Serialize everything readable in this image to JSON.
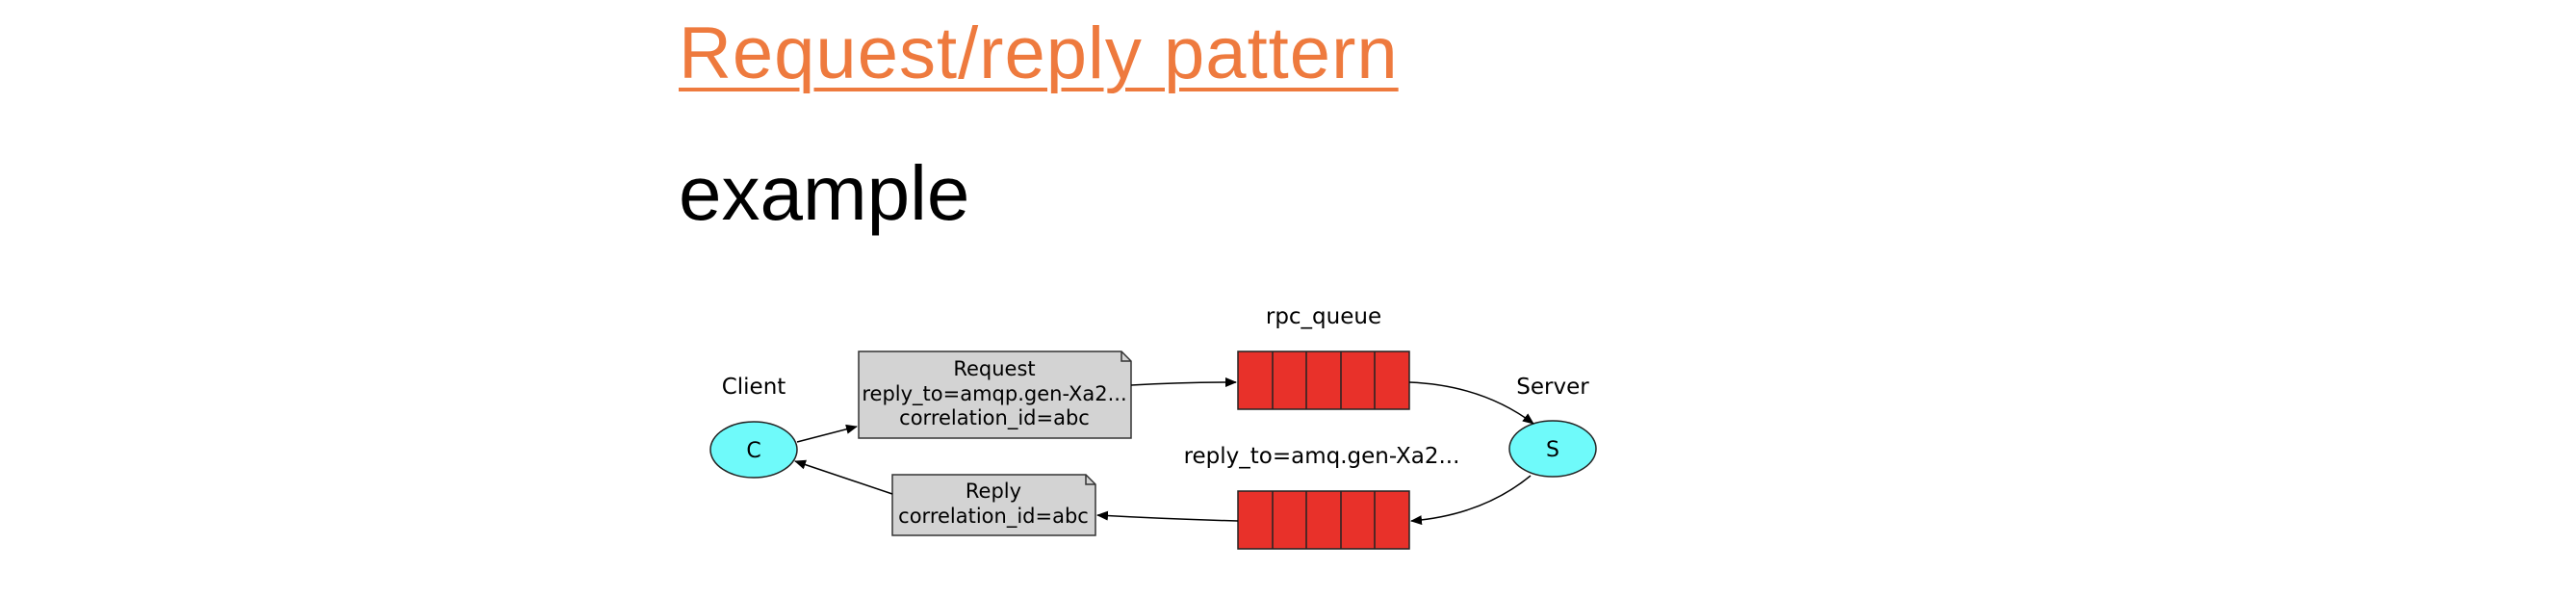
{
  "slide": {
    "title": "Request/reply pattern",
    "subtitle": "example"
  },
  "diagram": {
    "client": {
      "label": "Client",
      "node": "C"
    },
    "server": {
      "label": "Server",
      "node": "S"
    },
    "request_queue": {
      "label": "rpc_queue"
    },
    "reply_queue": {
      "label": "reply_to=amq.gen-Xa2..."
    },
    "request_message": {
      "line1": "Request",
      "line2": "reply_to=amqp.gen-Xa2...",
      "line3": "correlation_id=abc"
    },
    "reply_message": {
      "line1": "Reply",
      "line2": "correlation_id=abc"
    },
    "colors": {
      "title": "#ee7a3e",
      "queue_cell": "#e8312a",
      "node": "#6ffafa",
      "message_box": "#d3d3d3"
    }
  }
}
